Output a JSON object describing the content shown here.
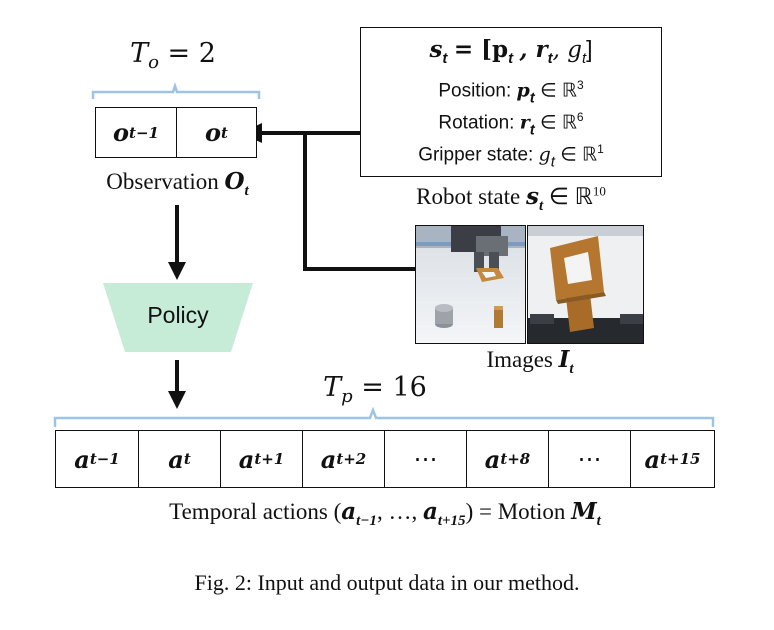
{
  "observation_horizon": {
    "label_text": "T",
    "label_sub": "o",
    "equals": "= 2"
  },
  "observation_cells": [
    {
      "sym": "o",
      "sub": "t−1"
    },
    {
      "sym": "o",
      "sub": "t"
    }
  ],
  "observation_label": {
    "text": "Observation",
    "sym": "O",
    "sub": "t"
  },
  "policy_label": "Policy",
  "robot_state_box": {
    "equation": {
      "lhs": "s",
      "lhs_sub": "t",
      "rhs": "= [p",
      "p_sub": "t",
      "r": ", r",
      "r_sub": "t",
      "g": ", g",
      "g_sub": "t",
      "close": "]"
    },
    "lines": [
      {
        "label": "Position:",
        "sym": "p",
        "sub": "t",
        "space": "∈ ℝ",
        "dim": "3"
      },
      {
        "label": "Rotation:",
        "sym": "r",
        "sub": "t",
        "space": "∈ ℝ",
        "dim": "6"
      },
      {
        "label": "Gripper state:",
        "sym": "g",
        "sub": "t",
        "space": "∈ ℝ",
        "dim": "1"
      }
    ]
  },
  "robot_state_label": {
    "text": "Robot state",
    "sym": "s",
    "sub": "t",
    "space": "∈ ℝ",
    "dim": "10"
  },
  "images_label": {
    "text": "Images",
    "sym": "I",
    "sub": "t"
  },
  "prediction_horizon": {
    "label_text": "T",
    "label_sub": "p",
    "equals": "= 16"
  },
  "action_cells": [
    {
      "sym": "a",
      "sub": "t−1"
    },
    {
      "sym": "a",
      "sub": "t"
    },
    {
      "sym": "a",
      "sub": "t+1"
    },
    {
      "sym": "a",
      "sub": "t+2"
    },
    {
      "sym": "⋯",
      "sub": ""
    },
    {
      "sym": "a",
      "sub": "t+8"
    },
    {
      "sym": "⋯",
      "sub": ""
    },
    {
      "sym": "a",
      "sub": "t+15"
    }
  ],
  "actions_label": {
    "text": "Temporal actions (",
    "a1": "a",
    "a1_sub": "t−1",
    "mid": ", …, ",
    "a2": "a",
    "a2_sub": "t+15",
    "end": ") = Motion",
    "sym": "M",
    "sub": "t"
  },
  "caption": "Fig. 2: Input and output data in our method.",
  "colors": {
    "bracket": "#9dc3e6",
    "policy_fill": "#c6ecd8",
    "arrow": "#111111"
  }
}
